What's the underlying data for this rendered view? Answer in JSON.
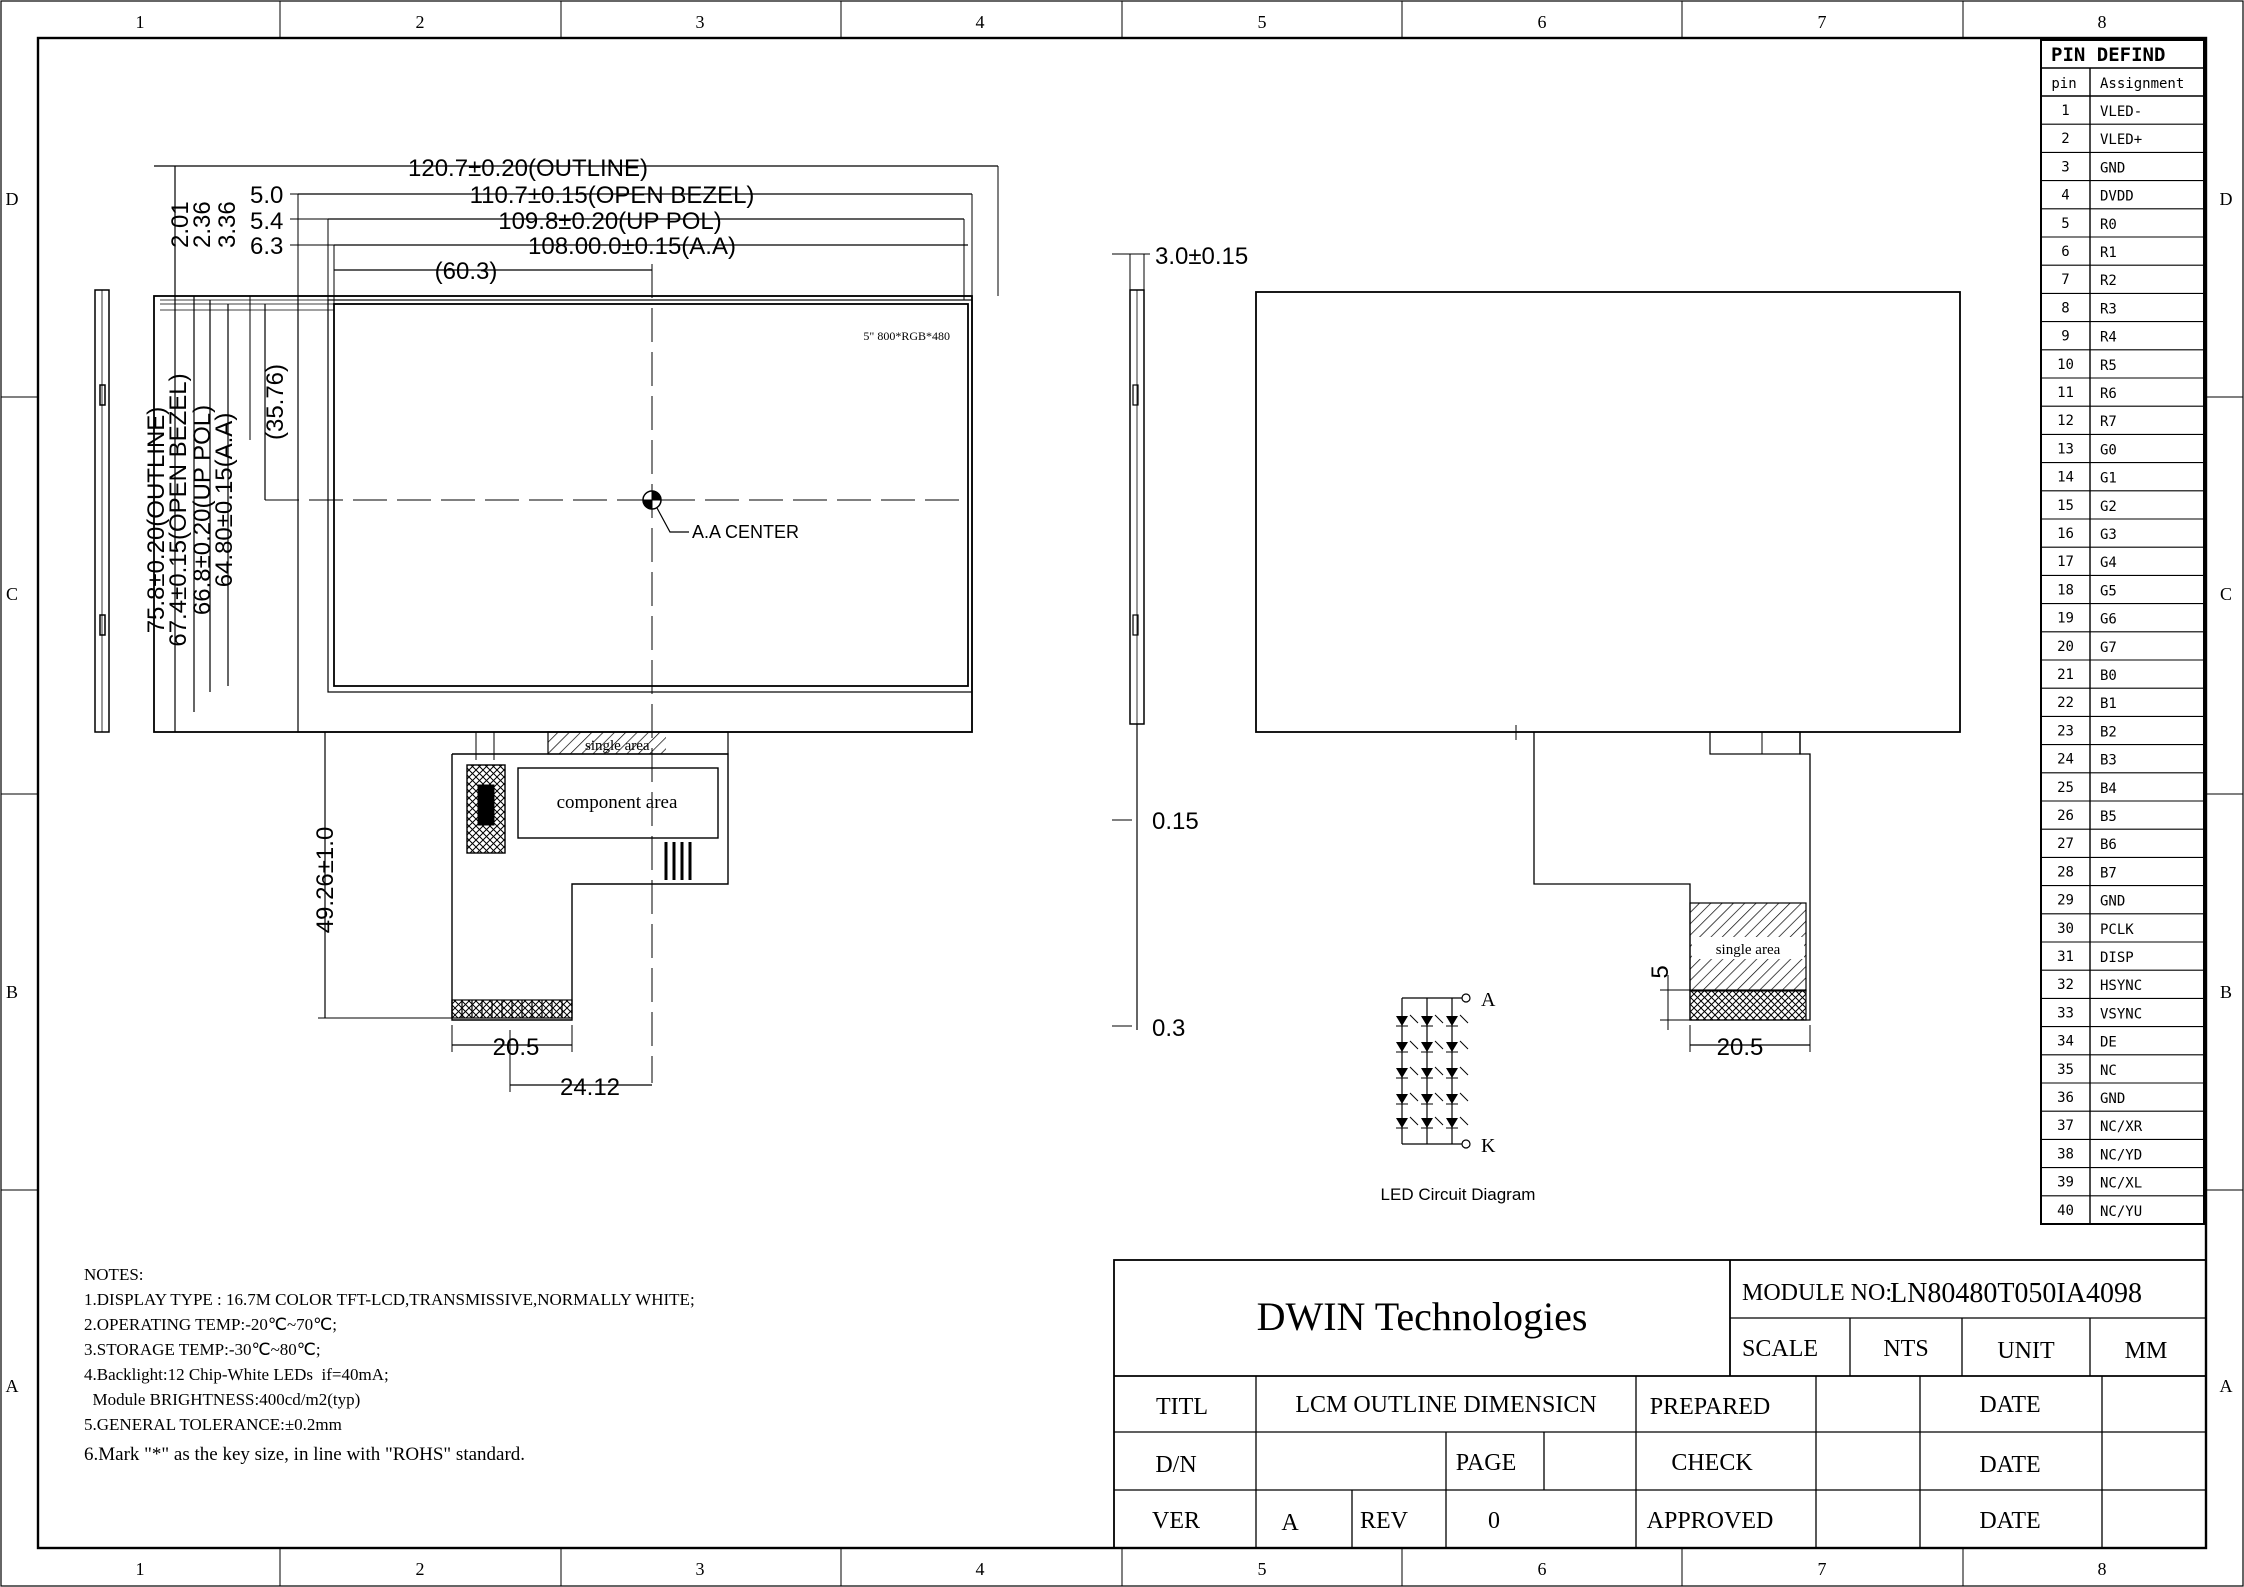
{
  "grid": {
    "columns": [
      "1",
      "2",
      "3",
      "4",
      "5",
      "6",
      "7",
      "8"
    ],
    "rows": [
      "D",
      "C",
      "B",
      "A"
    ]
  },
  "front_view": {
    "dim_outline": "120.7±0.20(OUTLINE)",
    "dim_open_bezel": "110.7±0.15(OPEN BEZEL)",
    "dim_up_pol": "109.8±0.20(UP POL)",
    "dim_aa": "108.00.0±0.15(A.A)",
    "dim_half": "(60.3)",
    "off_50": "5.0",
    "off_54": "5.4",
    "off_63": "6.3",
    "v_201": "2.01",
    "v_236": "2.36",
    "v_336": "3.36",
    "v_3576": "(35.76)",
    "v_outline": "75.8±0.20(OUTLINE)",
    "v_open_bezel": "67.4±0.15(OPEN BEZEL)",
    "v_up_pol": "66.8±0.20(UP POL)",
    "v_aa": "64.80±0.15(A.A)",
    "resolution": "5\" 800*RGB*480",
    "aa_center": "A.A CENTER",
    "single_area": "single area",
    "component_area": "component area",
    "fpc_length": "49.26±1.0",
    "fpc_width": "20.5",
    "fpc_offset": "24.12"
  },
  "side_view": {
    "thickness": "3.0±0.15",
    "fpc_thickness": "0.15",
    "stiffener": "0.3"
  },
  "back_view": {
    "single_area": "single area",
    "dim_5": "5",
    "dim_205": "20.5"
  },
  "led_circuit": {
    "anode": "A",
    "cathode": "K",
    "caption": "LED Circuit Diagram"
  },
  "pin_table": {
    "title": "PIN DEFIND",
    "col_pin": "pin",
    "col_assign": "Assignment",
    "rows": [
      {
        "pin": "1",
        "assign": "VLED-"
      },
      {
        "pin": "2",
        "assign": "VLED+"
      },
      {
        "pin": "3",
        "assign": "GND"
      },
      {
        "pin": "4",
        "assign": "DVDD"
      },
      {
        "pin": "5",
        "assign": "R0"
      },
      {
        "pin": "6",
        "assign": "R1"
      },
      {
        "pin": "7",
        "assign": "R2"
      },
      {
        "pin": "8",
        "assign": "R3"
      },
      {
        "pin": "9",
        "assign": "R4"
      },
      {
        "pin": "10",
        "assign": "R5"
      },
      {
        "pin": "11",
        "assign": "R6"
      },
      {
        "pin": "12",
        "assign": "R7"
      },
      {
        "pin": "13",
        "assign": "G0"
      },
      {
        "pin": "14",
        "assign": "G1"
      },
      {
        "pin": "15",
        "assign": "G2"
      },
      {
        "pin": "16",
        "assign": "G3"
      },
      {
        "pin": "17",
        "assign": "G4"
      },
      {
        "pin": "18",
        "assign": "G5"
      },
      {
        "pin": "19",
        "assign": "G6"
      },
      {
        "pin": "20",
        "assign": "G7"
      },
      {
        "pin": "21",
        "assign": "B0"
      },
      {
        "pin": "22",
        "assign": "B1"
      },
      {
        "pin": "23",
        "assign": "B2"
      },
      {
        "pin": "24",
        "assign": "B3"
      },
      {
        "pin": "25",
        "assign": "B4"
      },
      {
        "pin": "26",
        "assign": "B5"
      },
      {
        "pin": "27",
        "assign": "B6"
      },
      {
        "pin": "28",
        "assign": "B7"
      },
      {
        "pin": "29",
        "assign": "GND"
      },
      {
        "pin": "30",
        "assign": "PCLK"
      },
      {
        "pin": "31",
        "assign": "DISP"
      },
      {
        "pin": "32",
        "assign": "HSYNC"
      },
      {
        "pin": "33",
        "assign": "VSYNC"
      },
      {
        "pin": "34",
        "assign": "DE"
      },
      {
        "pin": "35",
        "assign": "NC"
      },
      {
        "pin": "36",
        "assign": "GND"
      },
      {
        "pin": "37",
        "assign": "NC/XR"
      },
      {
        "pin": "38",
        "assign": "NC/YD"
      },
      {
        "pin": "39",
        "assign": "NC/XL"
      },
      {
        "pin": "40",
        "assign": "NC/YU"
      }
    ]
  },
  "notes": {
    "heading": "NOTES:",
    "items": [
      "1.DISPLAY TYPE : 16.7M COLOR TFT-LCD,TRANSMISSIVE,NORMALLY WHITE;",
      "2.OPERATING TEMP:-20℃~70℃;",
      "3.STORAGE TEMP:-30℃~80℃;",
      "4.Backlight:12 Chip-White LEDs  if=40mA;",
      "  Module BRIGHTNESS:400cd/m2(typ)",
      "5.GENERAL TOLERANCE:±0.2mm",
      "6.Mark \"*\" as the key size, in line with \"ROHS\" standard."
    ]
  },
  "title_block": {
    "company": "DWIN Technologies",
    "module_no_label": "MODULE NO:",
    "module_no": "LN80480T050IA4098",
    "scale_label": "SCALE",
    "scale": "NTS",
    "unit_label": "UNIT",
    "unit": "MM",
    "titl_label": "TITL",
    "title": "LCM OUTLINE DIMENSICN",
    "prepared_label": "PREPARED",
    "date_label_1": "DATE",
    "dn_label": "D/N",
    "page_label": "PAGE",
    "check_label": "CHECK",
    "date_label_2": "DATE",
    "ver_label": "VER",
    "ver": "A",
    "rev_label": "REV",
    "rev": "0",
    "approved_label": "APPROVED",
    "date_label_3": "DATE"
  }
}
